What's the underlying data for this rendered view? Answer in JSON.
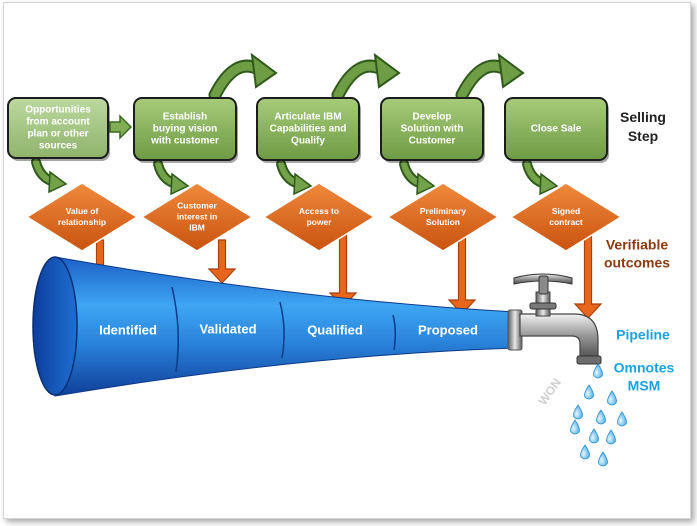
{
  "steps": [
    {
      "lines": [
        "Opportunities",
        "from account",
        "plan or other",
        "sources"
      ]
    },
    {
      "lines": [
        "Establish",
        "buying vision",
        "with customer"
      ]
    },
    {
      "lines": [
        "Articulate IBM",
        "Capabilities and",
        "Qualify"
      ]
    },
    {
      "lines": [
        "Develop",
        "Solution with",
        "Customer"
      ]
    },
    {
      "lines": [
        "Close Sale"
      ]
    }
  ],
  "selling_step_label": [
    "Selling",
    "Step"
  ],
  "outcomes": [
    {
      "lines": [
        "Value of",
        "relationship"
      ]
    },
    {
      "lines": [
        "Customer",
        "interest in",
        "IBM"
      ]
    },
    {
      "lines": [
        "Access to",
        "power"
      ]
    },
    {
      "lines": [
        "Preliminary",
        "Solution"
      ]
    },
    {
      "lines": [
        "Signed",
        "contract"
      ]
    }
  ],
  "verifiable_label": [
    "Verifiable",
    "outcomes"
  ],
  "pipeline_segments": [
    "Identified",
    "Validated",
    "Qualified",
    "Proposed"
  ],
  "pipeline_label": "Pipeline",
  "tools_label": [
    "Omnotes",
    "MSM"
  ],
  "won_label": "WON",
  "colors": {
    "step_fill": "#8db561",
    "step_fill_first": "#a9c98a",
    "diamond_fill": "#e06a1b",
    "arrow_orange": "#e8661c",
    "pipe_dark": "#1556b8",
    "pipe_light": "#3aa0f0",
    "label_brown": "#8b3a12",
    "label_blue": "#1aa3e0"
  }
}
